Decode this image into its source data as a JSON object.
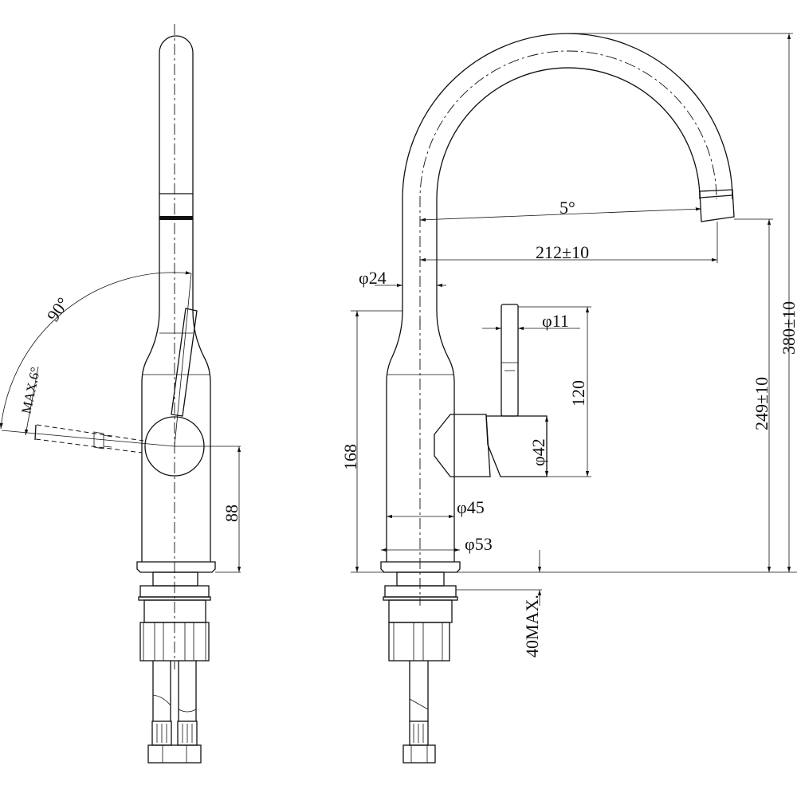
{
  "drawing": {
    "side_view": {
      "angle_open": "90°",
      "angle_max": "MAX.6°",
      "lever_height": "88"
    },
    "front_view": {
      "spout_angle": "5°",
      "spout_reach": "212±10",
      "spout_diameter": "φ24",
      "handle_diameter": "φ11",
      "handle_height": "120",
      "body_height": "168",
      "lever_housing_diameter": "φ42",
      "body_diameter": "φ45",
      "base_diameter": "φ53",
      "max_deck_thickness": "40MAX.",
      "outlet_height": "249±10",
      "total_height": "380±10"
    }
  }
}
